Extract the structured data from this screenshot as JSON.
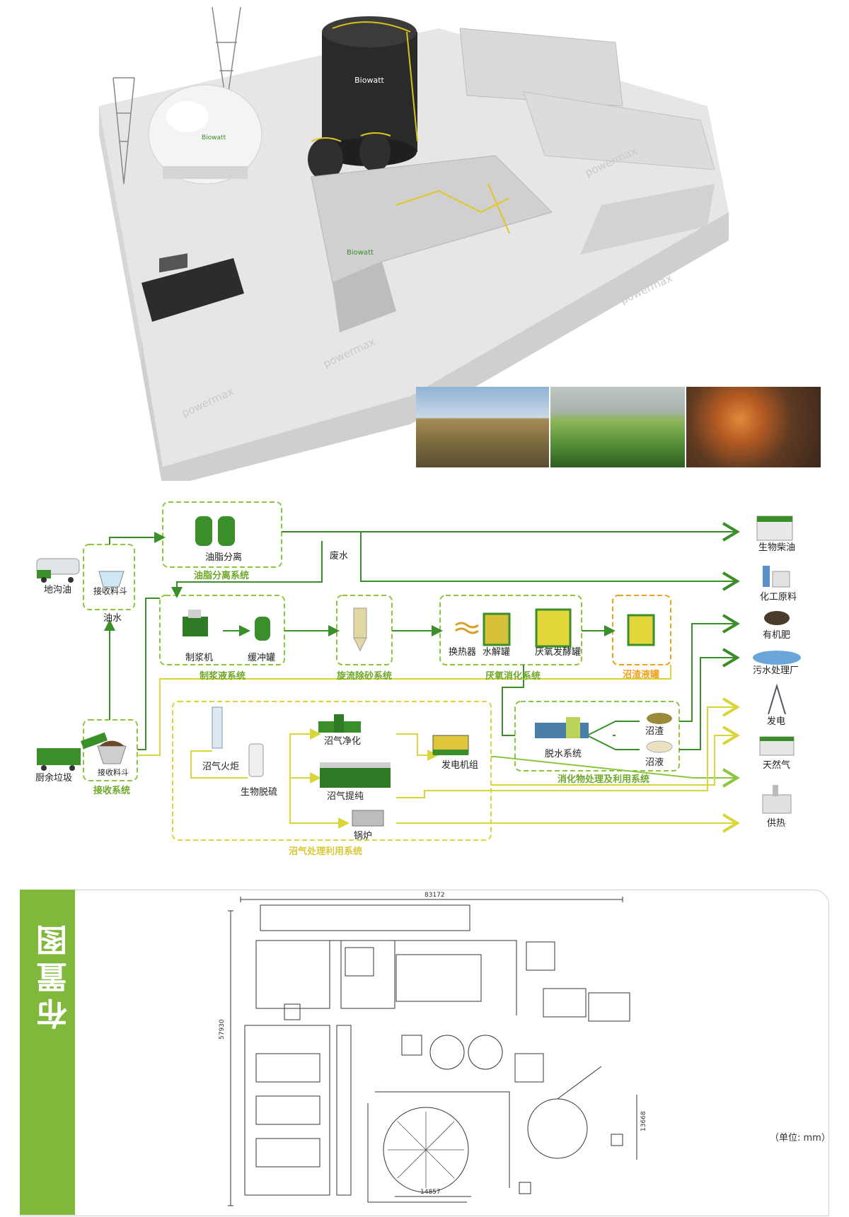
{
  "brand": {
    "logo_text": "Biowatt",
    "watermark": "powermax",
    "green": "#3a8f2a",
    "lime": "#8cc63f",
    "yellow": "#d8d63a",
    "orange": "#f0a11a"
  },
  "flow": {
    "sources": {
      "gutter_oil": "地沟油",
      "kitchen_waste": "厨余垃圾",
      "hopper_top": "接收料斗",
      "hopper_bottom": "接收料斗",
      "oil_water": "油水"
    },
    "systems": {
      "grease": "油脂分离系统",
      "pulping": "制浆液系统",
      "cyclone": "旋流除砂系统",
      "anaerobic": "厌氧消化系统",
      "residue_tank": "沼渣液罐",
      "receiving": "接收系统",
      "digestate": "消化物处理及利用系统",
      "biogas": "沼气处理利用系统"
    },
    "equipment": {
      "grease_sep": "油脂分离",
      "wastewater": "废水",
      "pulper": "制浆机",
      "buffer_tank": "缓冲罐",
      "heat_exchanger": "换热器",
      "hydrolysis_tank": "水解罐",
      "ferment_tank": "厌氧发酵罐",
      "flare": "沼气火炬",
      "bio_desulf": "生物脱硫",
      "purification": "沼气净化",
      "generator": "发电机组",
      "upgrading": "沼气提纯",
      "boiler": "锅炉",
      "dewater": "脱水系统",
      "digestate_solid": "沼渣",
      "digestate_liquid": "沼液"
    },
    "outputs": {
      "biodiesel": "生物柴油",
      "chemical": "化工原料",
      "fertilizer": "有机肥",
      "sewage": "污水处理厂",
      "power": "发电",
      "natural_gas": "天然气",
      "heating": "供热"
    }
  },
  "layout_drawing": {
    "title": "布置图",
    "dim_top": "83172",
    "dim_left": "57930",
    "dim_right": "13668",
    "dim_bottom": "14857",
    "unit_label": "（单位: mm）"
  }
}
